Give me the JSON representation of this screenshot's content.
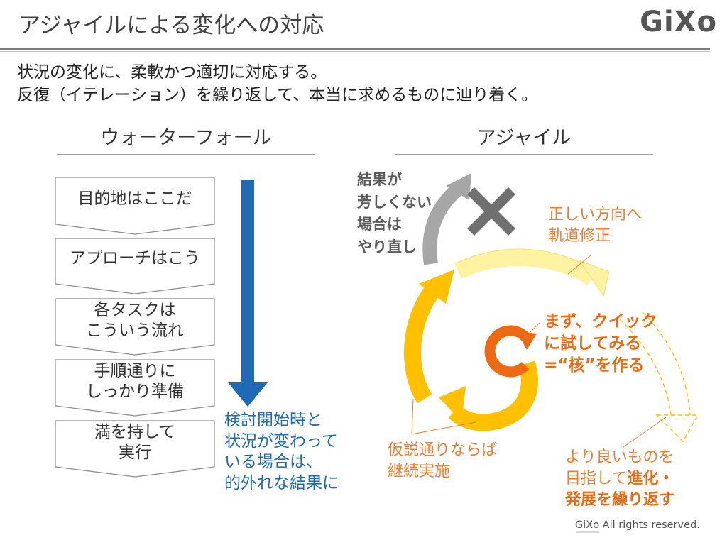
{
  "header": {
    "title": "アジャイルによる変化への対応",
    "logo": "GiXo"
  },
  "lead": {
    "line1": "状況の変化に、柔軟かつ適切に対応する。",
    "line2": "反復（イテレーション）を繰り返して、本当に求めるものに辿り着く。"
  },
  "waterfall": {
    "title": "ウォーターフォール",
    "steps": [
      {
        "line1": "目的地はここだ",
        "line2": ""
      },
      {
        "line1": "アプローチはこう",
        "line2": ""
      },
      {
        "line1": "各タスクは",
        "line2": "こういう流れ"
      },
      {
        "line1": "手順通りに",
        "line2": "しっかり準備"
      },
      {
        "line1": "満を持して",
        "line2": "実行"
      }
    ],
    "note": [
      "検討開始時と",
      "状況が変わって",
      "いる場合は、",
      "的外れな結果に"
    ]
  },
  "agile": {
    "title": "アジャイル",
    "retry_note": [
      "結果が",
      "芳しくない",
      "場合は",
      "やり直し"
    ],
    "correct_note": [
      "正しい方向へ",
      "軌道修正"
    ],
    "core_note": [
      "まず、クイック",
      "に試してみる",
      "=“核”を作る"
    ],
    "continue_note": [
      "仮説通りならば",
      "継続実施"
    ],
    "evolve_note": {
      "line1": "より良いものを",
      "line2_plain": "目指して",
      "line2_bold": "進化・",
      "line3": "発展を繰り返す"
    }
  },
  "colors": {
    "blue": "#1f6ab5",
    "orange": "#ed7d31",
    "amber": "#ffc000",
    "light_yellow": "#fff2a0",
    "gray": "#a6a6a6"
  },
  "footer": {
    "brand": "GiXo",
    "rights": " All rights reserved."
  }
}
